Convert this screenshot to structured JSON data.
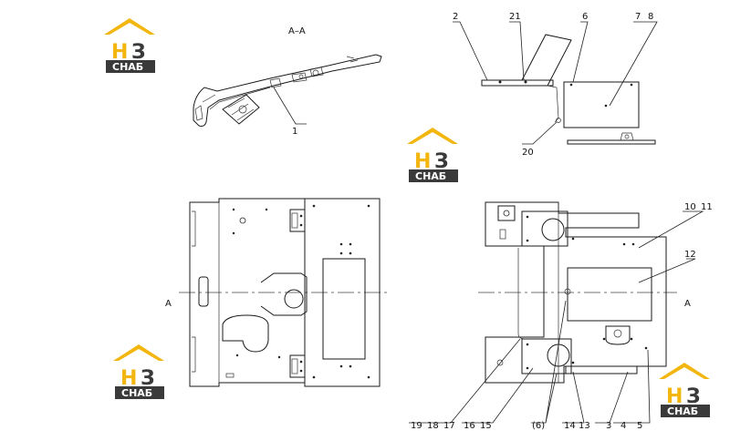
{
  "section_title": "A–A",
  "section_marks": {
    "left": "A",
    "right": "A"
  },
  "logo": {
    "text": "СНАБ",
    "letter_h": "Н",
    "letter_3": "З"
  },
  "labels": {
    "l1": "1",
    "l2": "2",
    "l21": "21",
    "l6": "6",
    "l7": "7",
    "l8": "8",
    "l20": "20",
    "l10": "10",
    "l11": "11",
    "l12": "12",
    "l19": "19",
    "l18": "18",
    "l17": "17",
    "l16": "16",
    "l15": "15",
    "l6b": "(6)",
    "l14": "14",
    "l13": "13",
    "l3": "3",
    "l4": "4",
    "l5": "5"
  },
  "colors": {
    "logo_yellow": "#f3b60f",
    "logo_dark": "#3a3a3a",
    "line": "#1a1a1a"
  }
}
